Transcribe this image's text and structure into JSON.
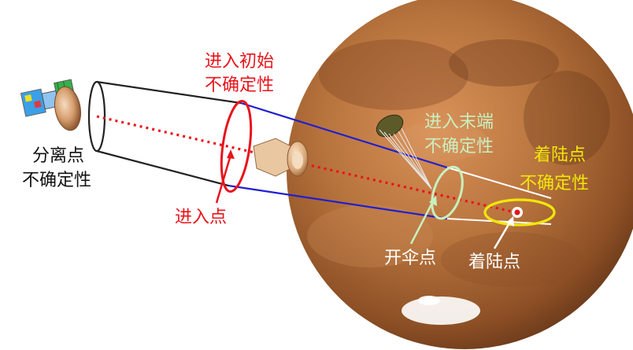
{
  "labels": {
    "separation": {
      "line1": "分离点",
      "line2": "不确定性"
    },
    "entry_initial": {
      "line1": "进入初始",
      "line2": "不确定性"
    },
    "entry_point": "进入点",
    "entry_terminal": {
      "line1": "进入末端",
      "line2": "不确定性"
    },
    "landing_uncertainty": {
      "line1": "着陆点",
      "line2": "不确定性"
    },
    "parachute_point": "开伞点",
    "landing_point": "着陆点"
  },
  "colors": {
    "entry_red": "#e8141b",
    "trajectory_blue": "#1f1fd0",
    "cone_black": "#222222",
    "parachute_green": "#c8f0c0",
    "landing_yellow": "#f2e60a",
    "label_black": "#111111",
    "label_white": "#ffffff",
    "mars_base": "#b26a35"
  },
  "icons": {
    "spacecraft": "mars-probe-icon",
    "capsule": "entry-capsule-icon",
    "parachute": "parachute-icon",
    "planet": "mars-planet"
  }
}
